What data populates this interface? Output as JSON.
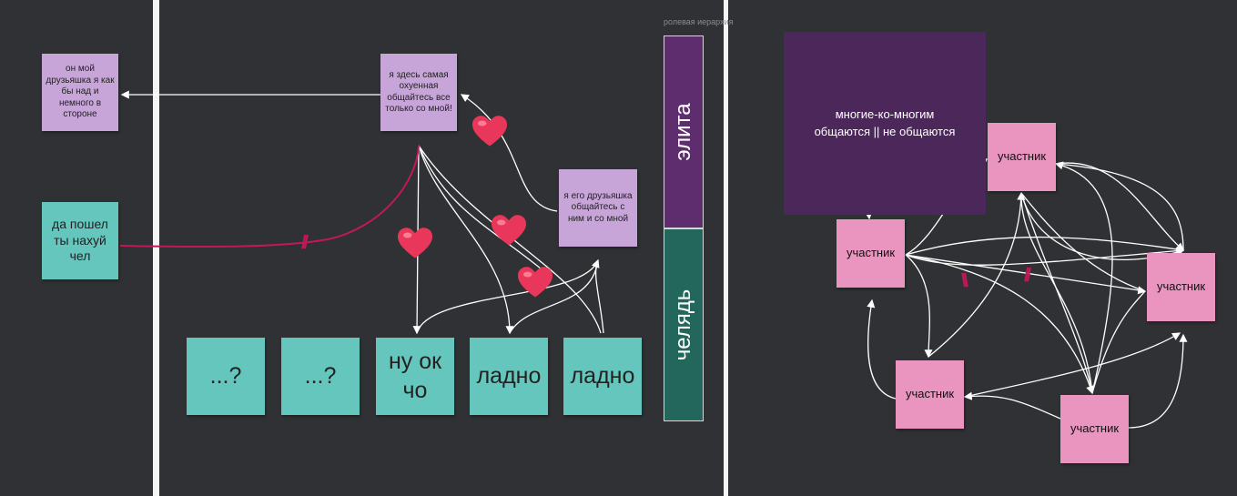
{
  "left_note": {
    "text": "да пошел ты нахуй чел"
  },
  "elite_note": {
    "text": "я здесь самая охуенная общайтесь все только со мной!"
  },
  "friend_left": {
    "text": "он мой друзьяшка я как бы над и немного в стороне"
  },
  "friend_right": {
    "text": "я его друзьяшка общайтесь с ним и со мной"
  },
  "bottom_notes": [
    {
      "text": "...?"
    },
    {
      "text": "...?"
    },
    {
      "text": "ну ок чо"
    },
    {
      "text": "ладно"
    },
    {
      "text": "ладно"
    }
  ],
  "hierarchy": {
    "title": "ролевая иерархия",
    "elite_label": "элита",
    "servants_label": "челядь"
  },
  "many_to_many": {
    "line1": "многие-ко-многим",
    "line2": "общаются || не общаются"
  },
  "participants": [
    {
      "text": "участник"
    },
    {
      "text": "участник"
    },
    {
      "text": "участник"
    },
    {
      "text": "участник"
    },
    {
      "text": "участник"
    }
  ],
  "colors": {
    "background": "#36383d",
    "lilac_note": "#c7a5d8",
    "teal_note": "#65c6bd",
    "pink_note": "#e995bf",
    "elite_band": "#5e2d6e",
    "servants_band": "#23665c",
    "many_box": "#4b275a",
    "break_mark": "#c2185b"
  },
  "icons": {
    "heart": "heart-icon",
    "break": "double-slash-icon"
  }
}
